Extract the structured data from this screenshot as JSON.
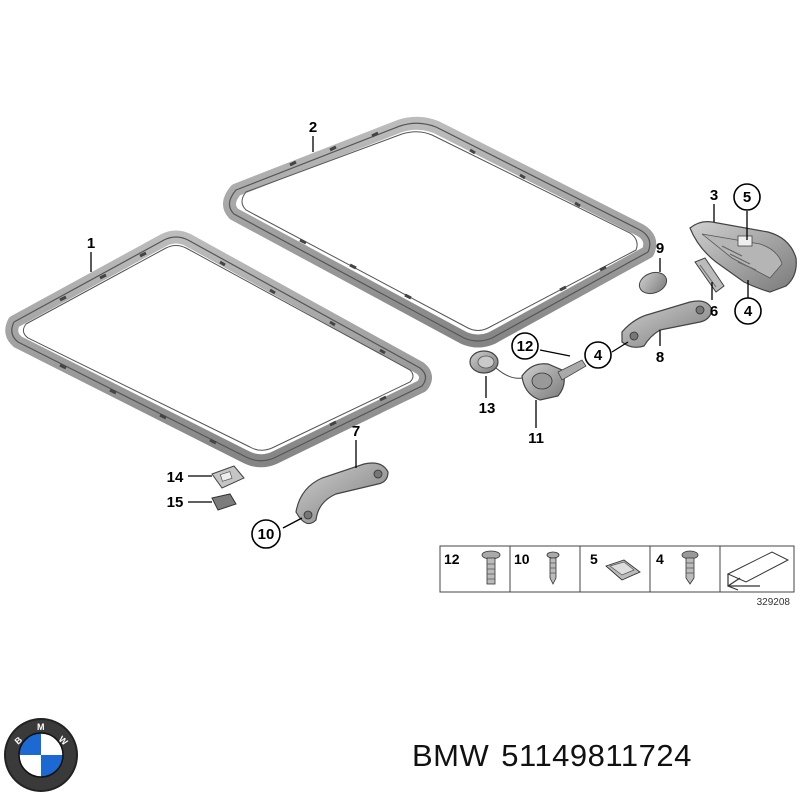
{
  "diagram": {
    "callouts": [
      {
        "id": "1",
        "circled": false
      },
      {
        "id": "2",
        "circled": false
      },
      {
        "id": "3",
        "circled": false
      },
      {
        "id": "5",
        "circled": true
      },
      {
        "id": "9",
        "circled": false
      },
      {
        "id": "6",
        "circled": false
      },
      {
        "id": "4",
        "circled": true
      },
      {
        "id": "12",
        "circled": true
      },
      {
        "id": "4",
        "circled": true
      },
      {
        "id": "8",
        "circled": false
      },
      {
        "id": "13",
        "circled": false
      },
      {
        "id": "11",
        "circled": false
      },
      {
        "id": "7",
        "circled": false
      },
      {
        "id": "14",
        "circled": false
      },
      {
        "id": "15",
        "circled": false
      },
      {
        "id": "10",
        "circled": true
      }
    ],
    "fastener_legend": [
      "12",
      "10",
      "5",
      "4"
    ],
    "reference_number": "329208"
  },
  "caption": {
    "brand": "BMW",
    "part_number": "51149811724"
  },
  "colors": {
    "part_gray": "#9a9a9a",
    "part_dark": "#6e6e6e",
    "line": "#000000"
  }
}
